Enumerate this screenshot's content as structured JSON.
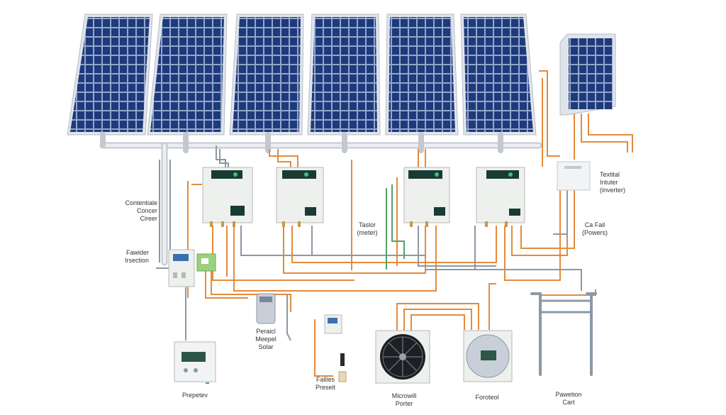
{
  "labels": {
    "controller": "Contentiale\nConcer\nCireer",
    "fuse_inspection": "Fawider\nIrsection",
    "tester_meter": "Taslor\n(meter)",
    "central_inverter": "Textital\nIntuter\n(inverter)",
    "ca_fail": "Ca Fail\n(Powers)",
    "personal_meter": "Peraicl\nMeepel\nSolar",
    "fuse_preset": "Fallies\nPreseit",
    "meter": "Prepetev",
    "microwill_power": "Microwill\nPorter",
    "foroteol": "Foroteol",
    "panel_cart": "Pawetion\nCart"
  },
  "colors": {
    "panel": "#1f3a7a",
    "panel_frame": "#dfe3ea",
    "wire_orange": "#e58a3c",
    "wire_grey": "#8b98a6",
    "wire_green": "#4fa36a",
    "pipe": "#d2d6dc",
    "box": "#eef0ee",
    "display": "#1a3b33"
  },
  "icons": [
    "solar-panel-icon",
    "inverter-box-icon",
    "fan-icon",
    "meter-icon",
    "mounting-bracket-icon"
  ]
}
